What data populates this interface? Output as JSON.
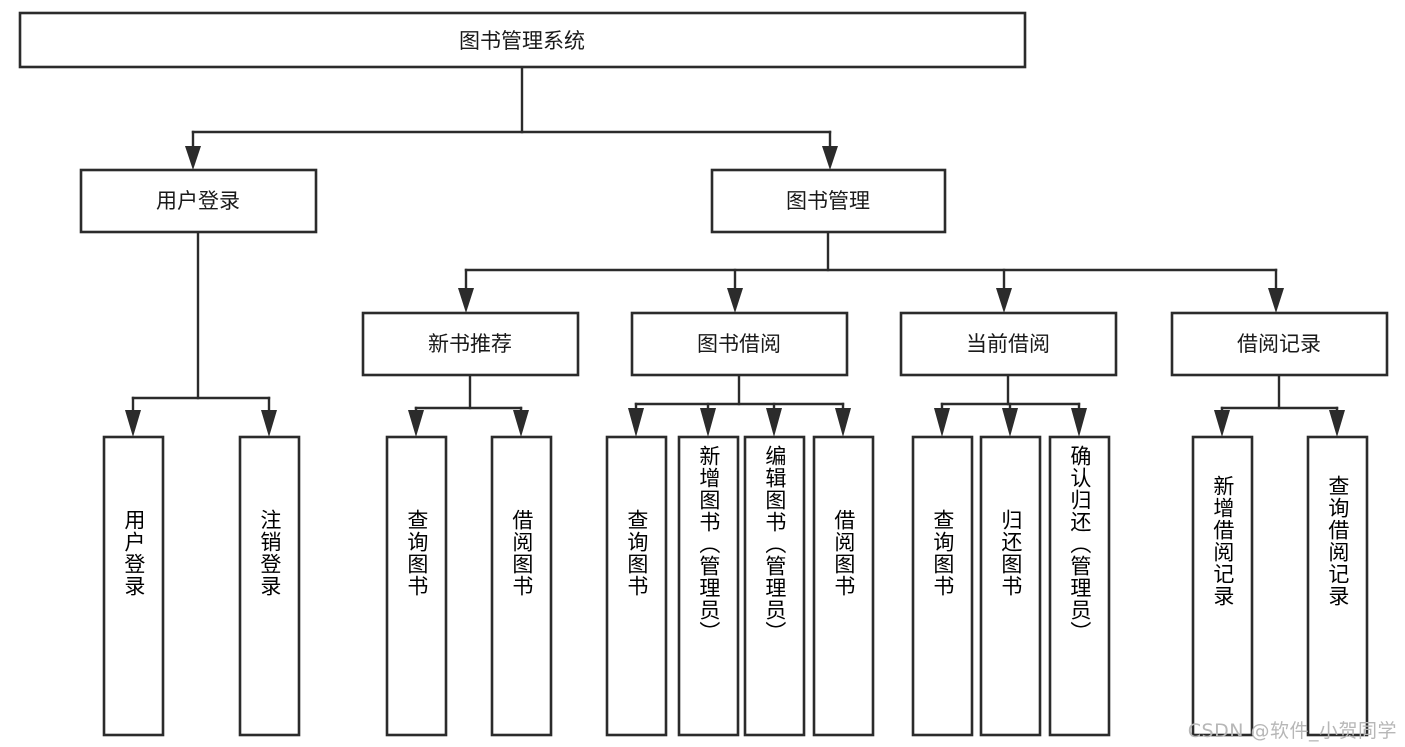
{
  "diagram": {
    "type": "tree",
    "title": "图书管理系统",
    "orientation": "top-down",
    "colors": {
      "box_stroke": "#2b2b2b",
      "box_fill": "#ffffff",
      "connector": "#2b2b2b",
      "text": "#1a1a1a",
      "watermark": "#b7b7b7",
      "background": "#ffffff"
    },
    "root": {
      "id": "root",
      "label": "图书管理系统"
    },
    "level2": [
      {
        "id": "user-login",
        "label": "用户登录"
      },
      {
        "id": "book-mgmt",
        "label": "图书管理"
      }
    ],
    "level3": [
      {
        "id": "new-book-rec",
        "label": "新书推荐",
        "parent": "book-mgmt"
      },
      {
        "id": "book-borrow",
        "label": "图书借阅",
        "parent": "book-mgmt"
      },
      {
        "id": "current-borrow",
        "label": "当前借阅",
        "parent": "book-mgmt"
      },
      {
        "id": "borrow-record",
        "label": "借阅记录",
        "parent": "book-mgmt"
      }
    ],
    "leaves": [
      {
        "id": "leaf-user-login",
        "label": "用户登录",
        "parent": "user-login"
      },
      {
        "id": "leaf-user-logout",
        "label": "注销登录",
        "parent": "user-login"
      },
      {
        "id": "leaf-query-book-1",
        "label": "查询图书",
        "parent": "new-book-rec"
      },
      {
        "id": "leaf-borrow-book-1",
        "label": "借阅图书",
        "parent": "new-book-rec"
      },
      {
        "id": "leaf-query-book-2",
        "label": "查询图书",
        "parent": "book-borrow"
      },
      {
        "id": "leaf-add-book",
        "label": "新增图书（管理员）",
        "parent": "book-borrow"
      },
      {
        "id": "leaf-edit-book",
        "label": "编辑图书（管理员）",
        "parent": "book-borrow"
      },
      {
        "id": "leaf-borrow-book-2",
        "label": "借阅图书",
        "parent": "book-borrow"
      },
      {
        "id": "leaf-query-book-3",
        "label": "查询图书",
        "parent": "current-borrow"
      },
      {
        "id": "leaf-return-book",
        "label": "归还图书",
        "parent": "current-borrow"
      },
      {
        "id": "leaf-confirm-return",
        "label": "确认归还（管理员）",
        "parent": "current-borrow"
      },
      {
        "id": "leaf-add-record",
        "label": "新增借阅记录",
        "parent": "borrow-record"
      },
      {
        "id": "leaf-query-record",
        "label": "查询借阅记录",
        "parent": "borrow-record"
      }
    ]
  },
  "watermark": {
    "text": "CSDN @软件_小贺同学"
  }
}
